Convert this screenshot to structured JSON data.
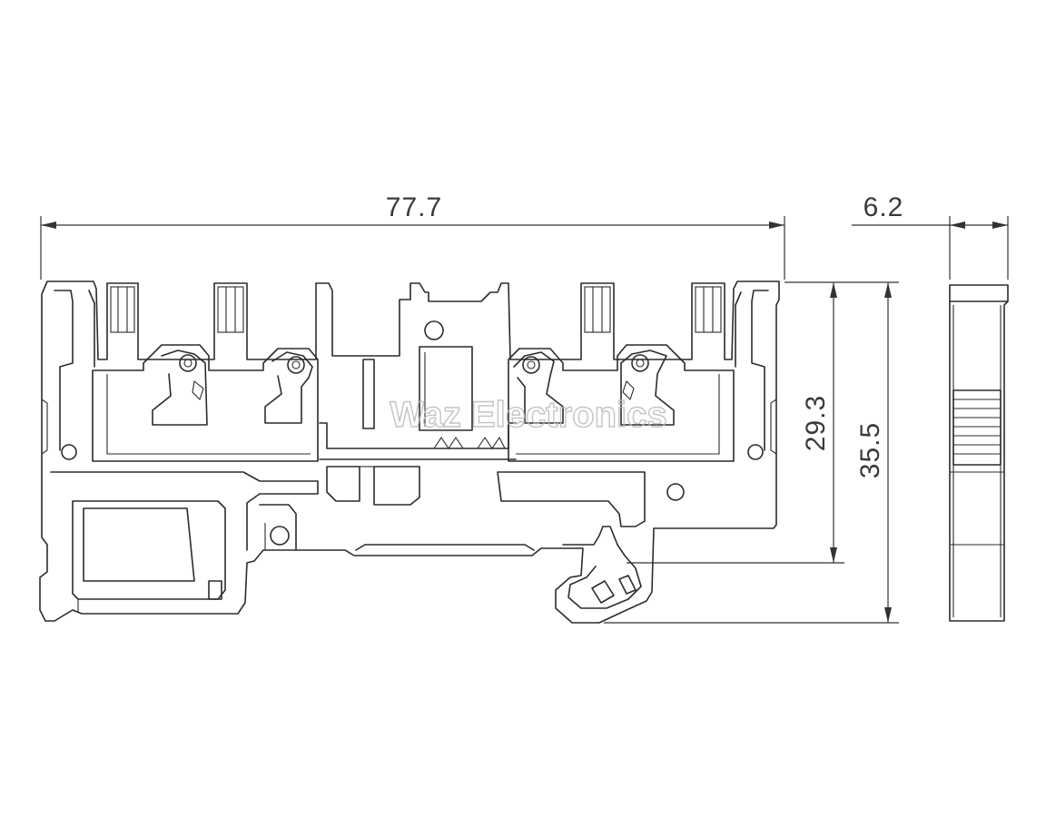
{
  "dimensions": {
    "overall_length": "77.7",
    "width": "6.2",
    "height_to_rail": "29.3",
    "total_height": "35.5"
  },
  "watermark": "Waz Electronics",
  "colors": {
    "line": "#2b2b2b",
    "background": "#ffffff",
    "watermark": "#b9b9b9"
  }
}
